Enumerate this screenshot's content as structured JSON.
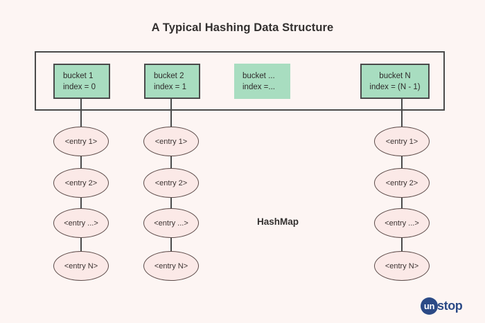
{
  "page": {
    "title": "A Typical Hashing Data Structure",
    "background_color": "#fdf5f3"
  },
  "colors": {
    "bucket_fill": "#a8ddc0",
    "bucket_stroke": "#4a4a4a",
    "entry_fill": "#fbe9e7",
    "entry_stroke": "#5b4a48",
    "text": "#33302f",
    "brand": "#2b4a86"
  },
  "diagram": {
    "caption": "HashMap",
    "buckets": [
      {
        "name": "bucket  1",
        "index": "index = 0",
        "bordered": true,
        "align": "left"
      },
      {
        "name": "bucket  2",
        "index": "index = 1",
        "bordered": true,
        "align": "left"
      },
      {
        "name": "bucket ...",
        "index": "index =...",
        "bordered": false,
        "align": "left"
      },
      {
        "name": "bucket N",
        "index": "index = (N - 1)",
        "bordered": true,
        "align": "center"
      }
    ],
    "chains": [
      {
        "bucket": "bucket  1",
        "entries": [
          "<entry 1>",
          "<entry 2>",
          "<entry ...>",
          "<entry N>"
        ]
      },
      {
        "bucket": "bucket  2",
        "entries": [
          "<entry 1>",
          "<entry 2>",
          "<entry ...>",
          "<entry N>"
        ]
      },
      {
        "bucket": "bucket ...",
        "entries": []
      },
      {
        "bucket": "bucket N",
        "entries": [
          "<entry 1>",
          "<entry 2>",
          "<entry ...>",
          "<entry N>"
        ]
      }
    ]
  },
  "brand": {
    "mark": "un",
    "text": "stop"
  }
}
